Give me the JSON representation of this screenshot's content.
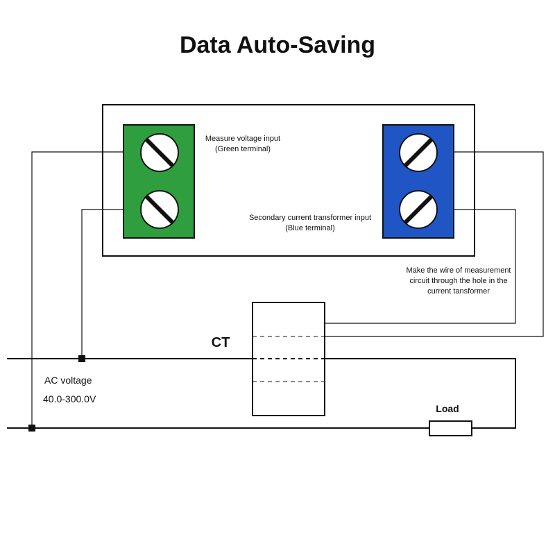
{
  "title": "Data Auto-Saving",
  "labels": {
    "voltage_input_line1": "Measure voltage input",
    "voltage_input_line2": "(Green terminal)",
    "current_input_line1": "Secondary current transformer input",
    "current_input_line2": "(Blue terminal)",
    "note_line1": "Make the wire of measurement",
    "note_line2": "circuit through the hole in the",
    "note_line3": "current tansformer",
    "ct": "CT",
    "ac_voltage": "AC voltage",
    "ac_range": "40.0-300.0V",
    "load": "Load"
  },
  "colors": {
    "green_terminal": "#2e9e3e",
    "blue_terminal": "#1f55c4",
    "wire": "#111111",
    "background": "#ffffff"
  },
  "icons": {
    "terminal_screw": "screw-icon"
  }
}
